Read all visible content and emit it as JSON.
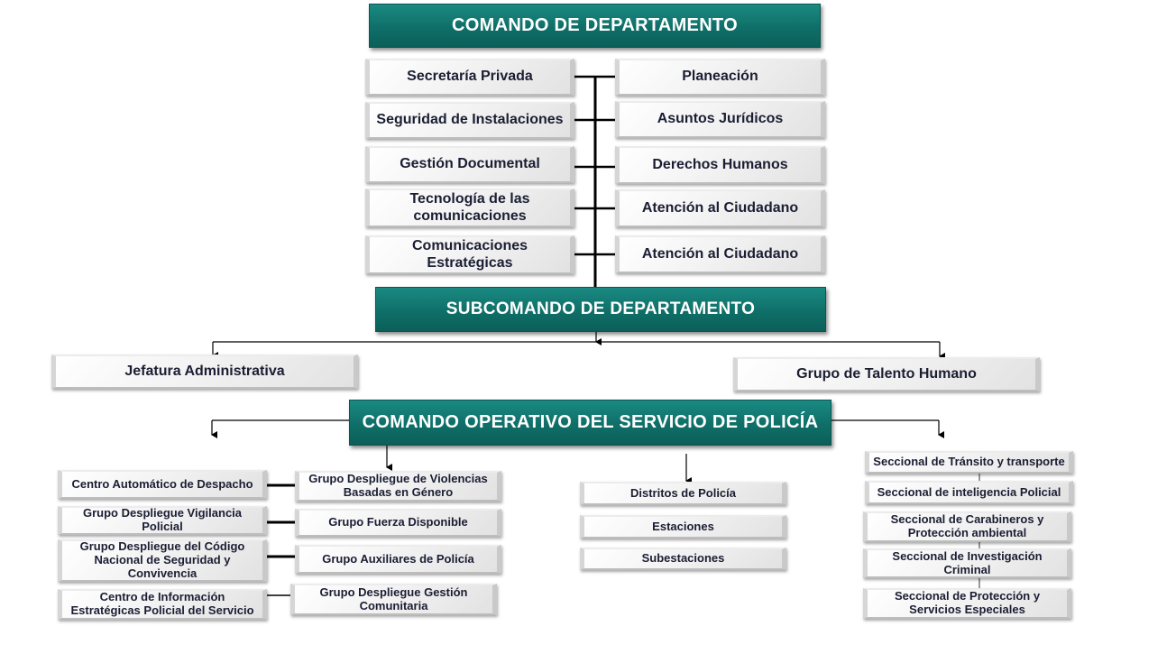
{
  "headers": {
    "comando": "COMANDO DE DEPARTAMENTO",
    "subcomando": "SUBCOMANDO DE DEPARTAMENTO",
    "operativo": "COMANDO OPERATIVO DEL SERVICIO DE POLICÍA"
  },
  "staff_left": [
    "Secretaría Privada",
    "Seguridad de Instalaciones",
    "Gestión Documental",
    "Tecnología de las comunicaciones",
    "Comunicaciones Estratégicas"
  ],
  "staff_right": [
    "Planeación",
    "Asuntos Jurídicos",
    "Derechos Humanos",
    "Atención al Ciudadano",
    "Atención al Ciudadano"
  ],
  "sub_units": {
    "left": "Jefatura Administrativa",
    "right": "Grupo de Talento Humano"
  },
  "ops_col1": [
    "Centro Automático de Despacho",
    "Grupo Despliegue Vigilancia Policial",
    "Grupo Despliegue  del Código Nacional de Seguridad y Convivencia",
    "Centro de Información Estratégicas Policial del Servicio"
  ],
  "ops_col2": [
    "Grupo Despliegue de Violencias Basadas en Género",
    "Grupo Fuerza Disponible",
    "Grupo Auxiliares de Policía",
    "Grupo Despliegue Gestión Comunitaria"
  ],
  "ops_col3": [
    "Distritos de Policía",
    "Estaciones",
    "Subestaciones"
  ],
  "ops_col4": [
    "Seccional de Tránsito y transporte",
    "Seccional de inteligencia Policial",
    "Seccional de Carabineros y Protección ambiental",
    "Seccional de Investigación Criminal",
    "Seccional de Protección y Servicios Especiales"
  ]
}
